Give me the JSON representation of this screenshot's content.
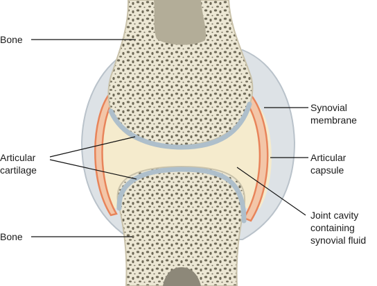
{
  "labels": {
    "bone_top": "Bone",
    "bone_bottom": "Bone",
    "articular_cartilage": [
      "Articular",
      "cartilage"
    ],
    "synovial_membrane": [
      "Synovial",
      "membrane"
    ],
    "articular_capsule": [
      "Articular",
      "capsule"
    ],
    "joint_cavity": [
      "Joint cavity",
      "containing",
      "synovial fluid"
    ]
  },
  "colors": {
    "bone": "#ece7d4",
    "bone_spongy_holes": "#6f6a58",
    "marrow": "#b3ad98",
    "cartilage": "#aebfcb",
    "synovial_fluid": "#f5ebcd",
    "synovial_membrane": "#e8845a",
    "capsule": "#cfd6dc",
    "leader_line": "#111111"
  }
}
